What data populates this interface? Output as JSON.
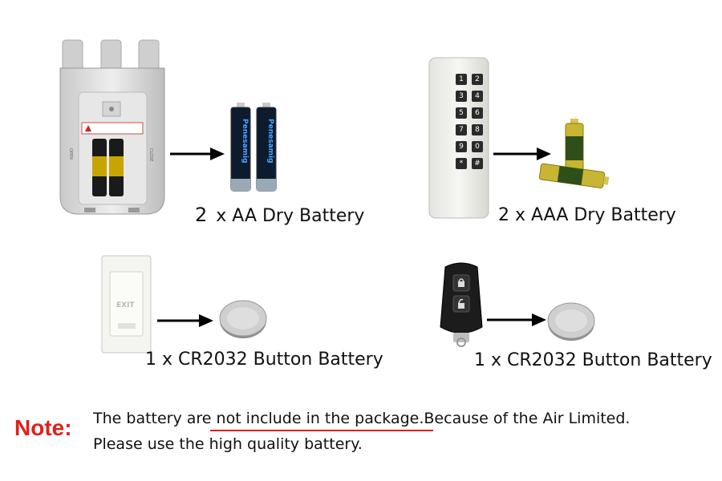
{
  "colors": {
    "note_red": "#e0201c",
    "underline_red": "#e0201c",
    "text": "#111111",
    "arrow": "#000000"
  },
  "items": [
    {
      "device_icon": "door-lock-body-icon",
      "battery_icon": "aa-battery-pair-icon",
      "caption_count": "2",
      "caption_rest": " x AA Dry Battery"
    },
    {
      "device_icon": "keypad-icon",
      "battery_icon": "aaa-battery-pair-icon",
      "caption": "2 x AAA Dry Battery"
    },
    {
      "device_icon": "exit-button-icon",
      "battery_icon": "coin-cell-battery-icon",
      "caption": "1 x CR2032 Button Battery"
    },
    {
      "device_icon": "remote-fob-icon",
      "battery_icon": "coin-cell-battery-icon",
      "caption": "1 x CR2032 Button Battery"
    }
  ],
  "battery_labels": {
    "aa_brand": "Penesamig",
    "keypad_keys": [
      "1",
      "2",
      "3",
      "4",
      "5",
      "6",
      "7",
      "8",
      "9",
      "0",
      "*",
      "#"
    ],
    "exit_label": "EXIT"
  },
  "note": {
    "label": "Note:",
    "line1_part1": "The battery are ",
    "line1_part2": "not include in the package",
    "line1_part3": ".Because of the Air Limited.",
    "line2": "Please use the high quality battery."
  }
}
